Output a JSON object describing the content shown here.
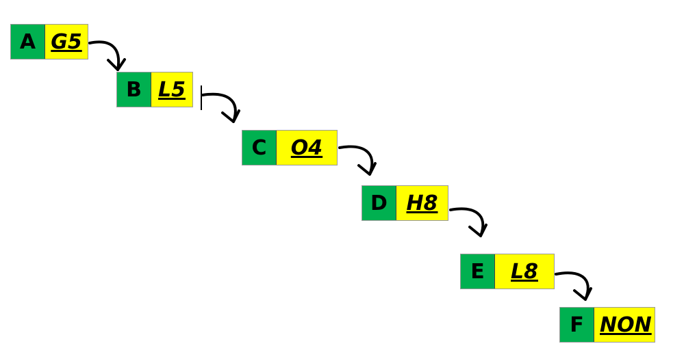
{
  "colors": {
    "label_fill": "#00b050",
    "pointer_fill": "#ffff00",
    "arrow": "#000000"
  },
  "nodes": [
    {
      "label": "A",
      "pointer": "G5"
    },
    {
      "label": "B",
      "pointer": "L5"
    },
    {
      "label": "C",
      "pointer": "O4"
    },
    {
      "label": "D",
      "pointer": "H8"
    },
    {
      "label": "E",
      "pointer": "L8"
    },
    {
      "label": "F",
      "pointer": "NON"
    }
  ]
}
